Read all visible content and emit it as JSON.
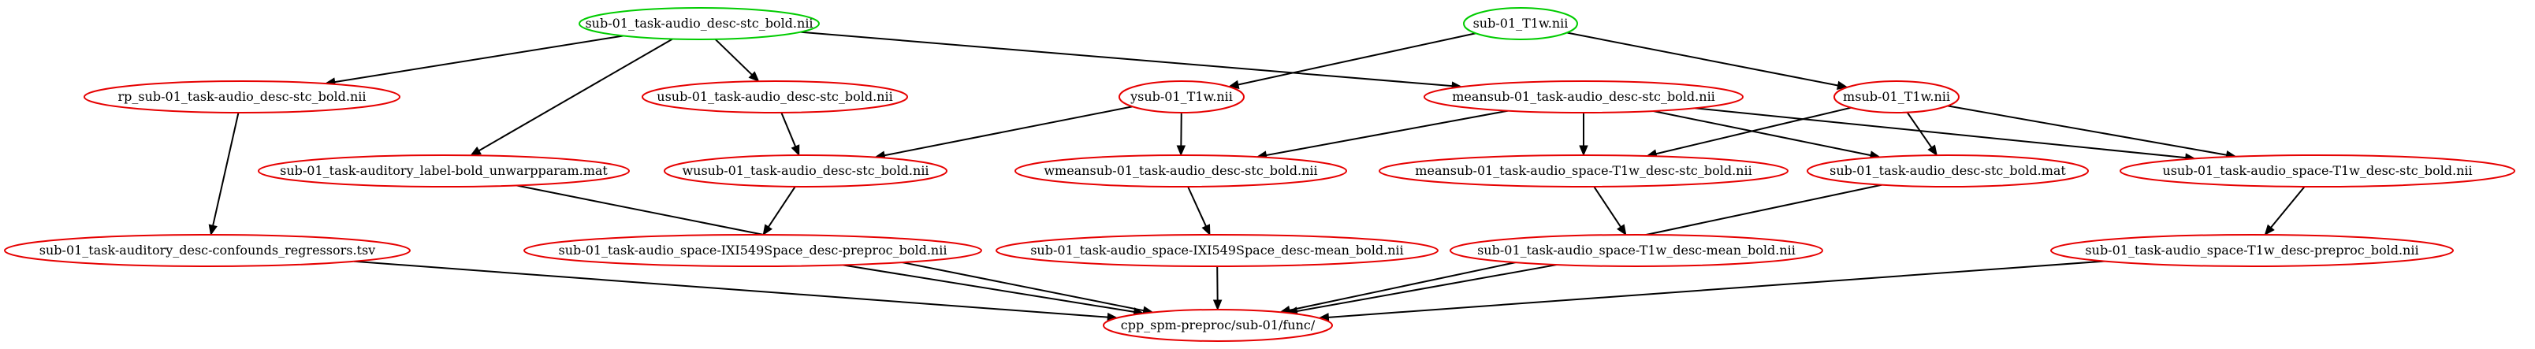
{
  "graph": {
    "colors": {
      "input": "#00cc00",
      "derived": "#e60000",
      "edge": "#000000"
    },
    "nodes": [
      {
        "id": "bold",
        "label": "sub-01_task-audio_desc-stc_bold.nii",
        "kind": "input"
      },
      {
        "id": "t1w",
        "label": "sub-01_T1w.nii",
        "kind": "input"
      },
      {
        "id": "rp",
        "label": "rp_sub-01_task-audio_desc-stc_bold.nii",
        "kind": "derived"
      },
      {
        "id": "usub",
        "label": "usub-01_task-audio_desc-stc_bold.nii",
        "kind": "derived"
      },
      {
        "id": "ysub",
        "label": "ysub-01_T1w.nii",
        "kind": "derived"
      },
      {
        "id": "meansub",
        "label": "meansub-01_task-audio_desc-stc_bold.nii",
        "kind": "derived"
      },
      {
        "id": "msub",
        "label": "msub-01_T1w.nii",
        "kind": "derived"
      },
      {
        "id": "unwarp",
        "label": "sub-01_task-auditory_label-bold_unwarpparam.mat",
        "kind": "derived"
      },
      {
        "id": "wusub",
        "label": "wusub-01_task-audio_desc-stc_bold.nii",
        "kind": "derived"
      },
      {
        "id": "wmeansub",
        "label": "wmeansub-01_task-audio_desc-stc_bold.nii",
        "kind": "derived"
      },
      {
        "id": "meanspace",
        "label": "meansub-01_task-audio_space-T1w_desc-stc_bold.nii",
        "kind": "derived"
      },
      {
        "id": "mat",
        "label": "sub-01_task-audio_desc-stc_bold.mat",
        "kind": "derived"
      },
      {
        "id": "usubspace",
        "label": "usub-01_task-audio_space-T1w_desc-stc_bold.nii",
        "kind": "derived"
      },
      {
        "id": "confounds",
        "label": "sub-01_task-auditory_desc-confounds_regressors.tsv",
        "kind": "derived"
      },
      {
        "id": "ixipreproc",
        "label": "sub-01_task-audio_space-IXI549Space_desc-preproc_bold.nii",
        "kind": "derived"
      },
      {
        "id": "iximean",
        "label": "sub-01_task-audio_space-IXI549Space_desc-mean_bold.nii",
        "kind": "derived"
      },
      {
        "id": "t1wmean",
        "label": "sub-01_task-audio_space-T1w_desc-mean_bold.nii",
        "kind": "derived"
      },
      {
        "id": "t1wpreproc",
        "label": "sub-01_task-audio_space-T1w_desc-preproc_bold.nii",
        "kind": "derived"
      },
      {
        "id": "output",
        "label": "cpp_spm-preproc/sub-01/func/",
        "kind": "derived"
      }
    ],
    "edges": [
      {
        "from": "bold",
        "to": "rp"
      },
      {
        "from": "bold",
        "to": "usub"
      },
      {
        "from": "bold",
        "to": "unwarp"
      },
      {
        "from": "bold",
        "to": "meansub"
      },
      {
        "from": "t1w",
        "to": "ysub"
      },
      {
        "from": "t1w",
        "to": "msub"
      },
      {
        "from": "rp",
        "to": "confounds"
      },
      {
        "from": "usub",
        "to": "wusub"
      },
      {
        "from": "ysub",
        "to": "wusub"
      },
      {
        "from": "ysub",
        "to": "wmeansub"
      },
      {
        "from": "meansub",
        "to": "wmeansub"
      },
      {
        "from": "meansub",
        "to": "meanspace"
      },
      {
        "from": "meansub",
        "to": "mat"
      },
      {
        "from": "meansub",
        "to": "usubspace"
      },
      {
        "from": "msub",
        "to": "meanspace"
      },
      {
        "from": "msub",
        "to": "mat"
      },
      {
        "from": "msub",
        "to": "usubspace"
      },
      {
        "from": "wusub",
        "to": "ixipreproc"
      },
      {
        "from": "wmeansub",
        "to": "iximean"
      },
      {
        "from": "meanspace",
        "to": "t1wmean"
      },
      {
        "from": "usubspace",
        "to": "t1wpreproc"
      },
      {
        "from": "confounds",
        "to": "output"
      },
      {
        "from": "unwarp",
        "to": "output"
      },
      {
        "from": "ixipreproc",
        "to": "output"
      },
      {
        "from": "iximean",
        "to": "output"
      },
      {
        "from": "t1wmean",
        "to": "output"
      },
      {
        "from": "mat",
        "to": "output"
      },
      {
        "from": "t1wpreproc",
        "to": "output"
      }
    ]
  }
}
